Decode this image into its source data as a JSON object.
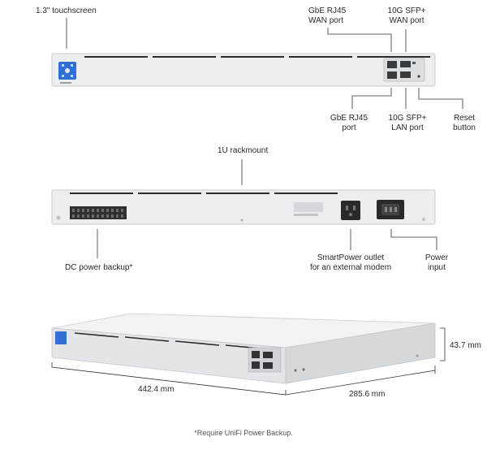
{
  "front_view": {
    "callouts": {
      "touchscreen": "1.3\" touchscreen",
      "gbe_wan": [
        "GbE RJ45",
        "WAN port"
      ],
      "sfp_wan": [
        "10G SFP+",
        "WAN port"
      ],
      "gbe_port": [
        "GbE RJ45",
        "port"
      ],
      "sfp_lan": [
        "10G SFP+",
        "LAN port"
      ],
      "reset": [
        "Reset",
        "button"
      ]
    }
  },
  "rear_view": {
    "callouts": {
      "rackmount": "1U rackmount",
      "dc_backup": "DC power backup*",
      "smartpower": [
        "SmartPower outlet",
        "for an external modem"
      ],
      "power_input": [
        "Power",
        "input"
      ]
    }
  },
  "perspective_view": {
    "dimensions": {
      "width": "442.4 mm",
      "depth": "285.6 mm",
      "height": "43.7 mm"
    }
  },
  "footnote": "*Require UniFi Power Backup.",
  "colors": {
    "chassis": "#eceef0",
    "chassis_edge": "#c9ccd0",
    "vent": "#2b2b2b",
    "screen": "#2f6fd6",
    "leader": "#333333"
  }
}
